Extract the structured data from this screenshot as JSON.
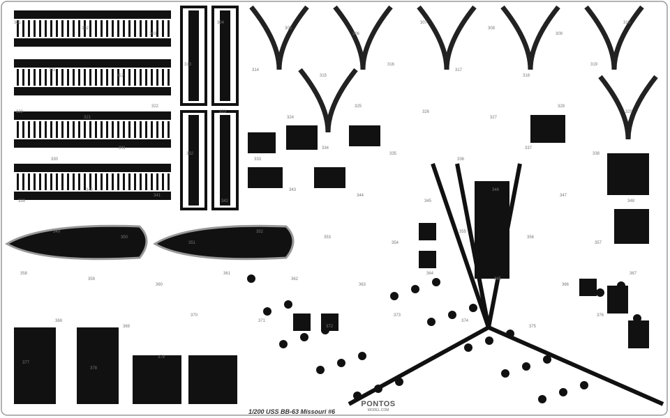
{
  "caption": "1/200 USS BB-63 Missouri #6",
  "logo": {
    "name": "PONTOS",
    "sub": "MODEL.COM"
  },
  "part_numbers": [
    "301",
    "302",
    "303",
    "304",
    "305",
    "306",
    "307",
    "308",
    "309",
    "310",
    "311",
    "312",
    "313",
    "314",
    "315",
    "316",
    "317",
    "318",
    "319",
    "320",
    "321",
    "322",
    "323",
    "324",
    "325",
    "326",
    "327",
    "328",
    "329",
    "330",
    "331",
    "332",
    "333",
    "334",
    "335",
    "336",
    "337",
    "338",
    "339",
    "340",
    "341",
    "342",
    "343",
    "344",
    "345",
    "346",
    "347",
    "348",
    "349",
    "350",
    "351",
    "352",
    "353",
    "354",
    "355",
    "356",
    "357",
    "358",
    "359",
    "360",
    "361",
    "362",
    "363",
    "364",
    "365",
    "366",
    "367",
    "368",
    "369",
    "370",
    "371",
    "372",
    "373",
    "374",
    "375",
    "376",
    "377",
    "378",
    "379"
  ]
}
